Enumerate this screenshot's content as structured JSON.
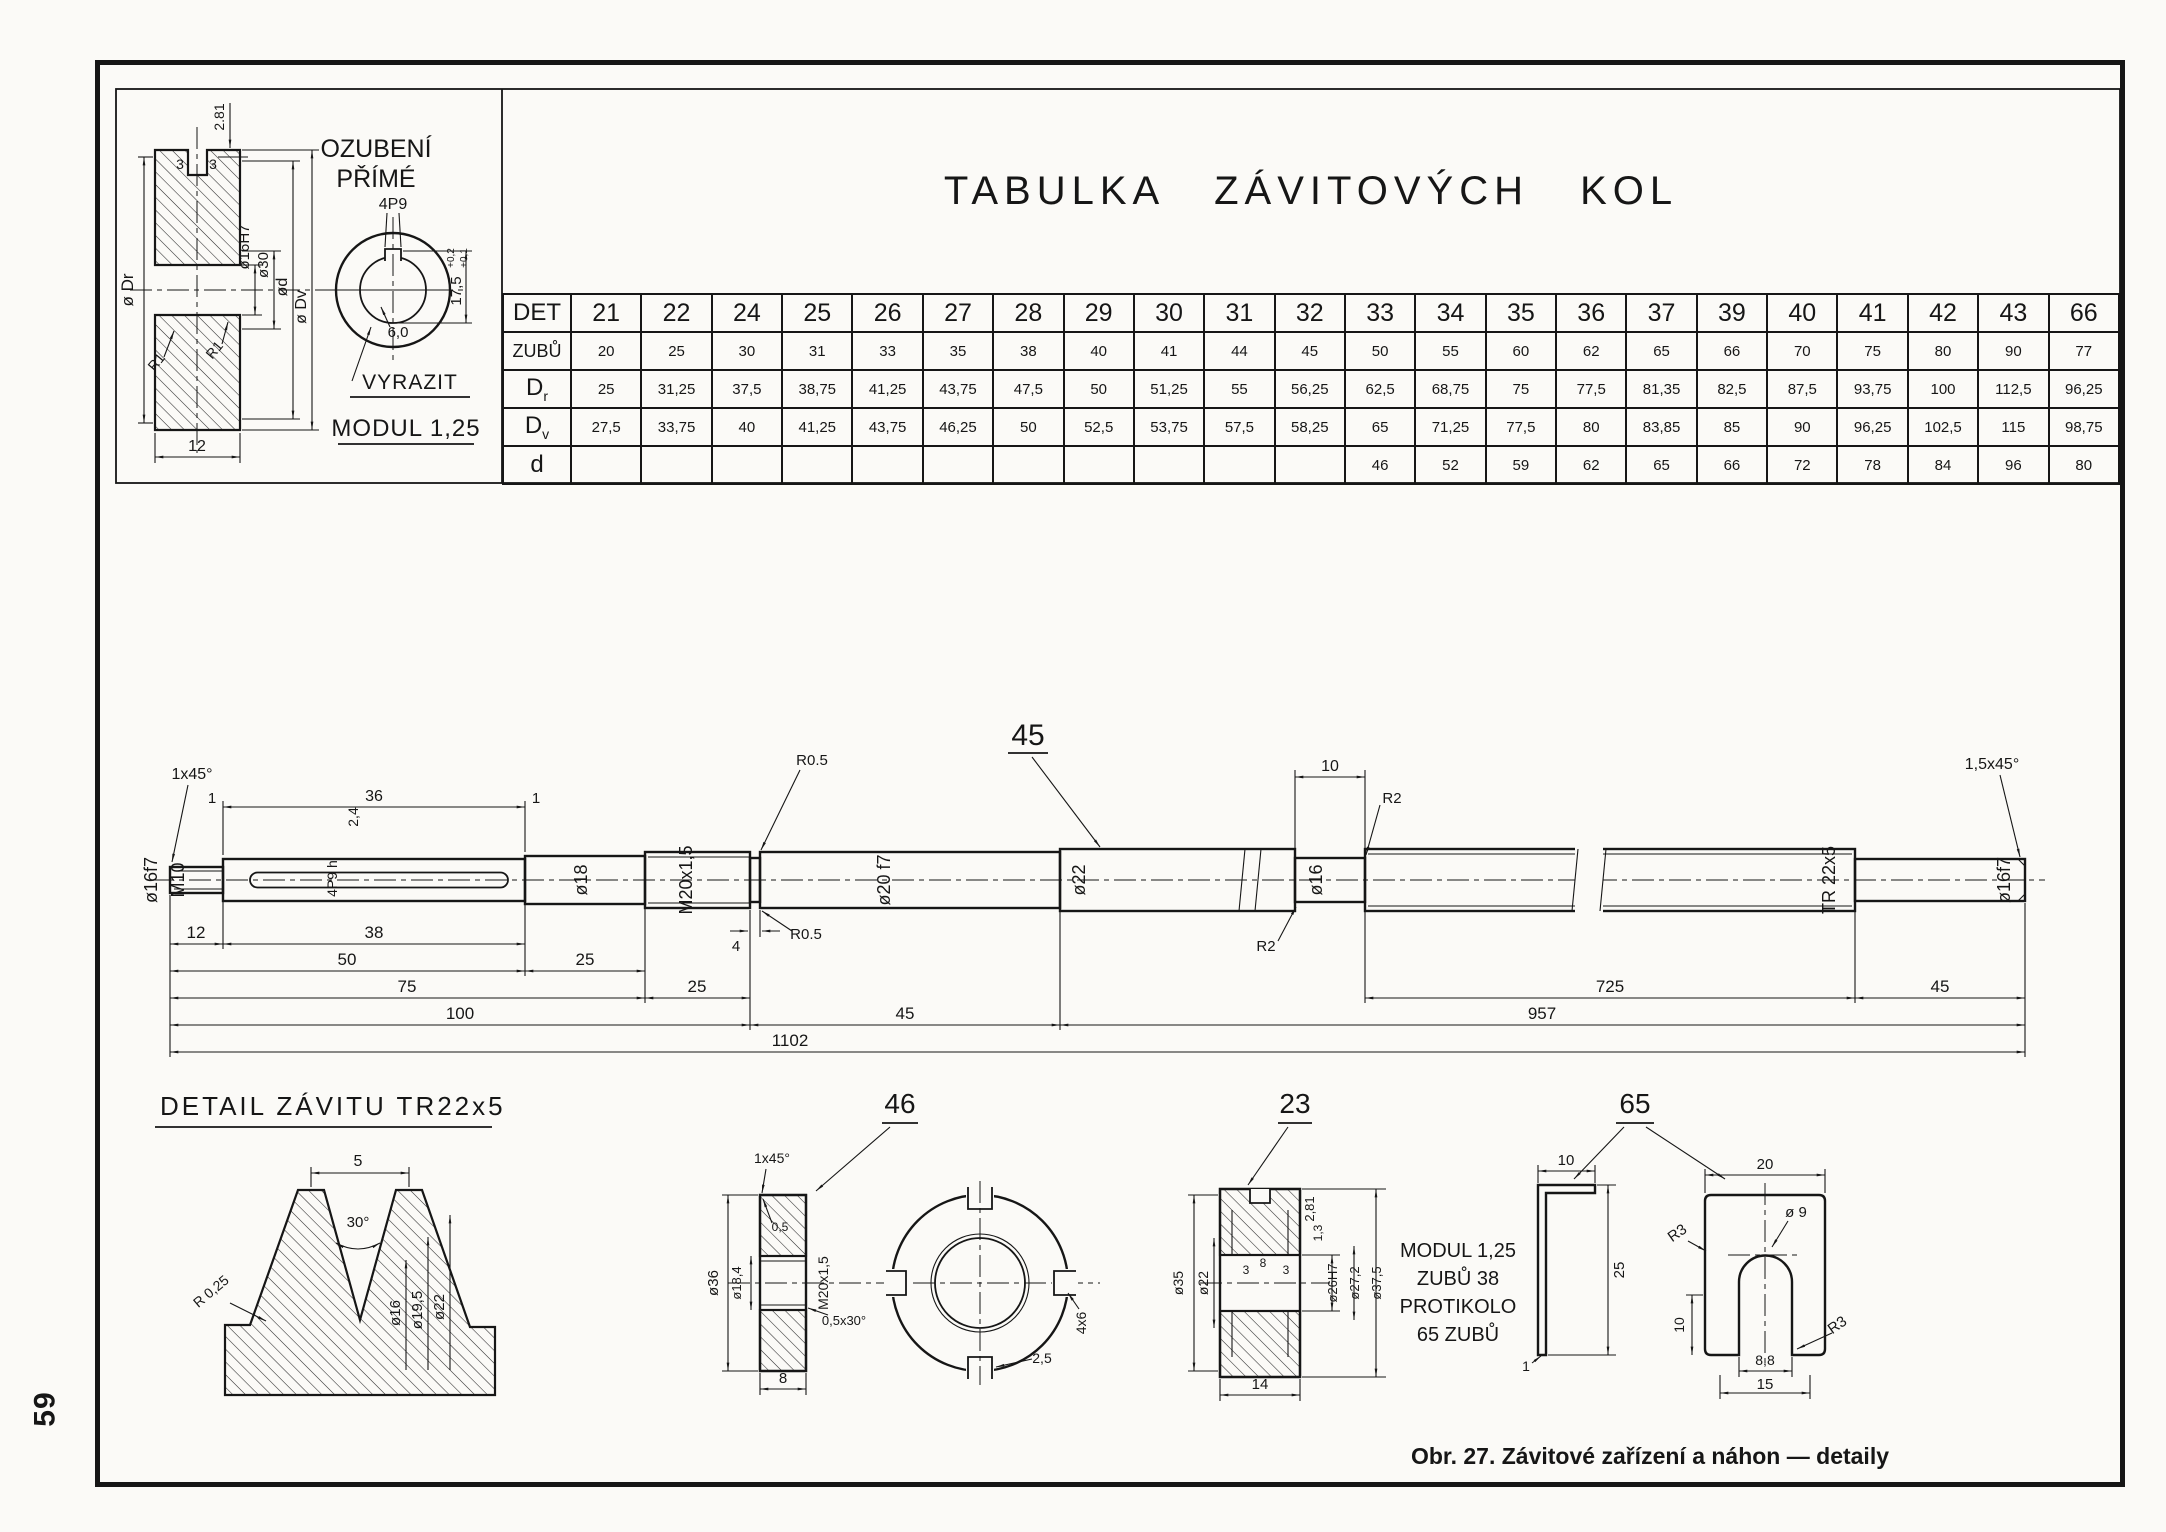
{
  "page": {
    "number": "59",
    "caption": "Obr. 27. Závitové zařízení a náhon — detaily"
  },
  "gear_panel": {
    "title_l1": "OZUBENÍ",
    "title_l2": "PŘÍMÉ",
    "keyway": "4P9",
    "stamp": "VYRAZIT",
    "module": "MODUL 1,25",
    "dim_281": "2.81",
    "dim_3a": "3",
    "dim_3b": "3",
    "dia_dr": "ø Dr",
    "dia_16h7": "ø16H7",
    "dia_30": "ø30",
    "dia_d": "ød",
    "dia_dv": "ø Dv",
    "r1a": "R1",
    "r1b": "R1",
    "width_12": "12",
    "bore_175": "17,5",
    "tol_hi": "+0,2",
    "tol_lo": "+0,1",
    "dim_60": "6,0"
  },
  "table": {
    "title": "TABULKA ZÁVITOVÝCH KOL",
    "row_headers": [
      "DET",
      "ZUBŮ",
      "Dr",
      "Dv",
      "d"
    ],
    "det": [
      "21",
      "22",
      "24",
      "25",
      "26",
      "27",
      "28",
      "29",
      "30",
      "31",
      "32",
      "33",
      "34",
      "35",
      "36",
      "37",
      "39",
      "40",
      "41",
      "42",
      "43",
      "66"
    ],
    "zubu": [
      "20",
      "25",
      "30",
      "31",
      "33",
      "35",
      "38",
      "40",
      "41",
      "44",
      "45",
      "50",
      "55",
      "60",
      "62",
      "65",
      "66",
      "70",
      "75",
      "80",
      "90",
      "77"
    ],
    "dr": [
      "25",
      "31,25",
      "37,5",
      "38,75",
      "41,25",
      "43,75",
      "47,5",
      "50",
      "51,25",
      "55",
      "56,25",
      "62,5",
      "68,75",
      "75",
      "77,5",
      "81,35",
      "82,5",
      "87,5",
      "93,75",
      "100",
      "112,5",
      "96,25"
    ],
    "dv": [
      "27,5",
      "33,75",
      "40",
      "41,25",
      "43,75",
      "46,25",
      "50",
      "52,5",
      "53,75",
      "57,5",
      "58,25",
      "65",
      "71,25",
      "77,5",
      "80",
      "83,85",
      "85",
      "90",
      "96,25",
      "102,5",
      "115",
      "98,75"
    ],
    "d": [
      "",
      "",
      "",
      "",
      "",
      "",
      "",
      "",
      "",
      "",
      "",
      "46",
      "52",
      "59",
      "62",
      "65",
      "66",
      "72",
      "78",
      "84",
      "96",
      "80"
    ]
  },
  "shaft": {
    "callout": "45",
    "chamfer_left": "1x45°",
    "dim_1a": "1",
    "dim_36": "36",
    "dim_1b": "1",
    "key_depth": "2,4",
    "key_label": "4P9 hl",
    "dia_16f7_left": "ø16f7",
    "thread_m10": "M10",
    "dia_18": "ø18",
    "thread_m20": "M20x1,5",
    "r05_top": "R0.5",
    "r05_bottom": "R0.5",
    "groove_4": "4",
    "dia_20f7": "ø20 f7",
    "dia_22": "ø22",
    "dim_10": "10",
    "r2_top": "R2",
    "r2_bottom": "R2",
    "dia_16": "ø16",
    "thread_tr": "TR 22x5",
    "chamfer_right": "1,5x45°",
    "dia_16f7_right": "ø16f7",
    "len_12": "12",
    "len_38": "38",
    "len_50": "50",
    "len_25a": "25",
    "len_75": "75",
    "len_25b": "25",
    "len_100": "100",
    "len_45a": "45",
    "len_725": "725",
    "len_957": "957",
    "len_45b": "45",
    "len_1102": "1102"
  },
  "detail_tr": {
    "title": "DETAIL ZÁVITU TR22x5",
    "pitch_5": "5",
    "angle_30": "30°",
    "r_025": "R 0,25",
    "dia_16": "ø16",
    "dia_195": "ø19,5",
    "dia_22": "ø22"
  },
  "detail_46": {
    "callout": "46",
    "chamfer": "1x45°",
    "dia_36": "ø36",
    "dia_184": "ø18,4",
    "dim_05": "0,5",
    "chamfer_2": "0,5x30°",
    "thread": "M20x1,5",
    "width_8": "8",
    "slot": "4x6",
    "dim_25": "2,5"
  },
  "detail_23": {
    "callout": "23",
    "dim_281": "2,81",
    "dia_35": "ø35",
    "dia_22": "ø22",
    "dim_3a": "3",
    "dim_8": "8",
    "dim_3b": "3",
    "dim_13": "1,3",
    "dia_26h7": "ø26H7",
    "dia_272": "ø27,2",
    "dia_375": "ø37,5",
    "width_14": "14",
    "note_1": "MODUL 1,25",
    "note_2": "ZUBŮ 38",
    "note_3": "PROTIKOLO",
    "note_4": "65 ZUBŮ"
  },
  "detail_65": {
    "callout": "65",
    "dim_10a": "10",
    "dim_20": "20",
    "dim_25": "25",
    "r3a": "R3",
    "dia_9": "ø 9",
    "dim_10b": "10",
    "dim_1": "1",
    "dim_88": "8,8",
    "dim_15": "15",
    "r3b": "R3"
  }
}
